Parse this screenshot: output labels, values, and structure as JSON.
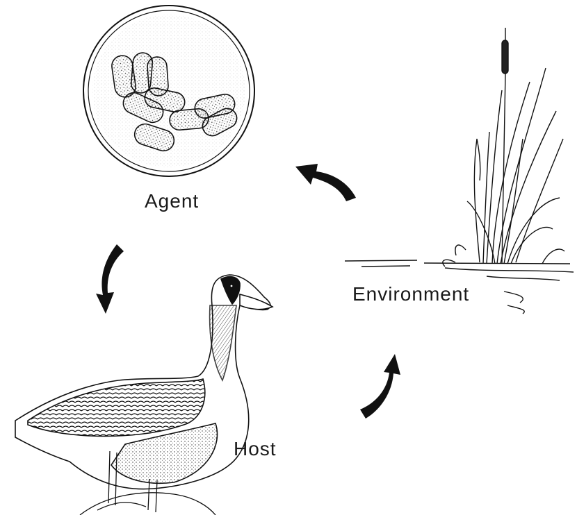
{
  "labels": {
    "agent": "Agent",
    "environment": "Environment",
    "host": "Host"
  },
  "colors": {
    "ink": "#1a1a1a",
    "background": "#ffffff"
  },
  "icons": [
    "bacteria-petri-dish-illustration",
    "cattail-reeds-illustration",
    "goose-illustration",
    "cycle-arrow"
  ]
}
